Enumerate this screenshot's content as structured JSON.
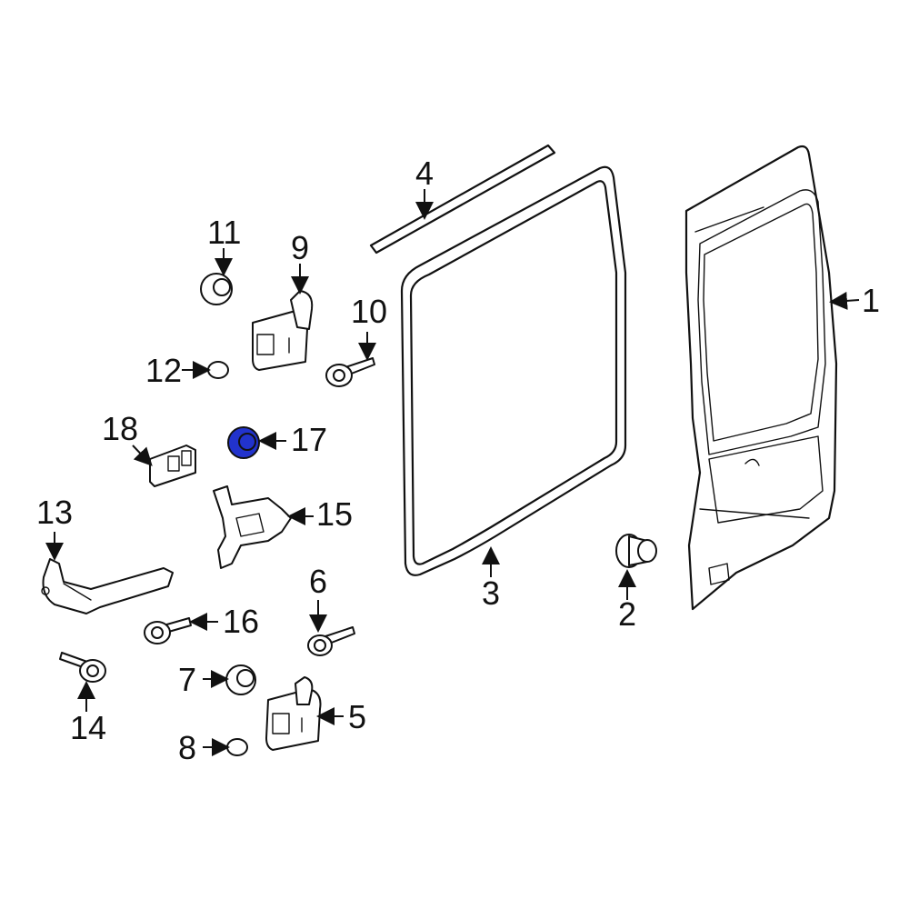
{
  "colors": {
    "highlight": "#2233cc",
    "line": "#111111",
    "background": "#ffffff"
  },
  "callouts": [
    "1",
    "2",
    "3",
    "4",
    "5",
    "6",
    "7",
    "8",
    "9",
    "10",
    "11",
    "12",
    "13",
    "14",
    "15",
    "16",
    "17",
    "18"
  ],
  "highlighted_part": "17"
}
